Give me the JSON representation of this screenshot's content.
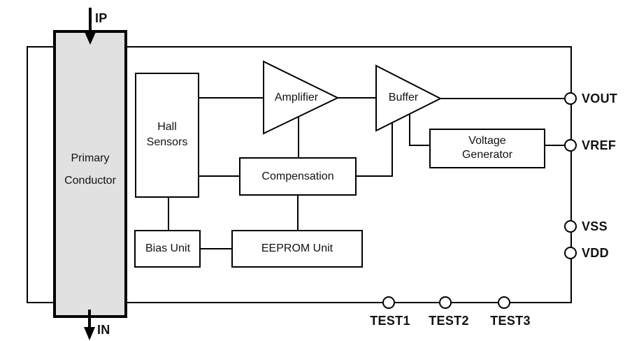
{
  "conductor": {
    "label_line1": "Primary",
    "label_line2": "Conductor"
  },
  "arrows": {
    "ip": "IP",
    "in": "IN"
  },
  "blocks": {
    "hall_sensors_line1": "Hall",
    "hall_sensors_line2": "Sensors",
    "amplifier": "Amplifier",
    "buffer": "Buffer",
    "compensation": "Compensation",
    "voltage_generator_line1": "Voltage",
    "voltage_generator_line2": "Generator",
    "bias_unit": "Bias Unit",
    "eeprom_unit": "EEPROM Unit"
  },
  "pins": {
    "vout": "VOUT",
    "vref": "VREF",
    "vss": "VSS",
    "vdd": "VDD",
    "test1": "TEST1",
    "test2": "TEST2",
    "test3": "TEST3"
  },
  "colors": {
    "line": "#000000",
    "conductor_fill": "#e1e1e1",
    "background": "#ffffff"
  }
}
